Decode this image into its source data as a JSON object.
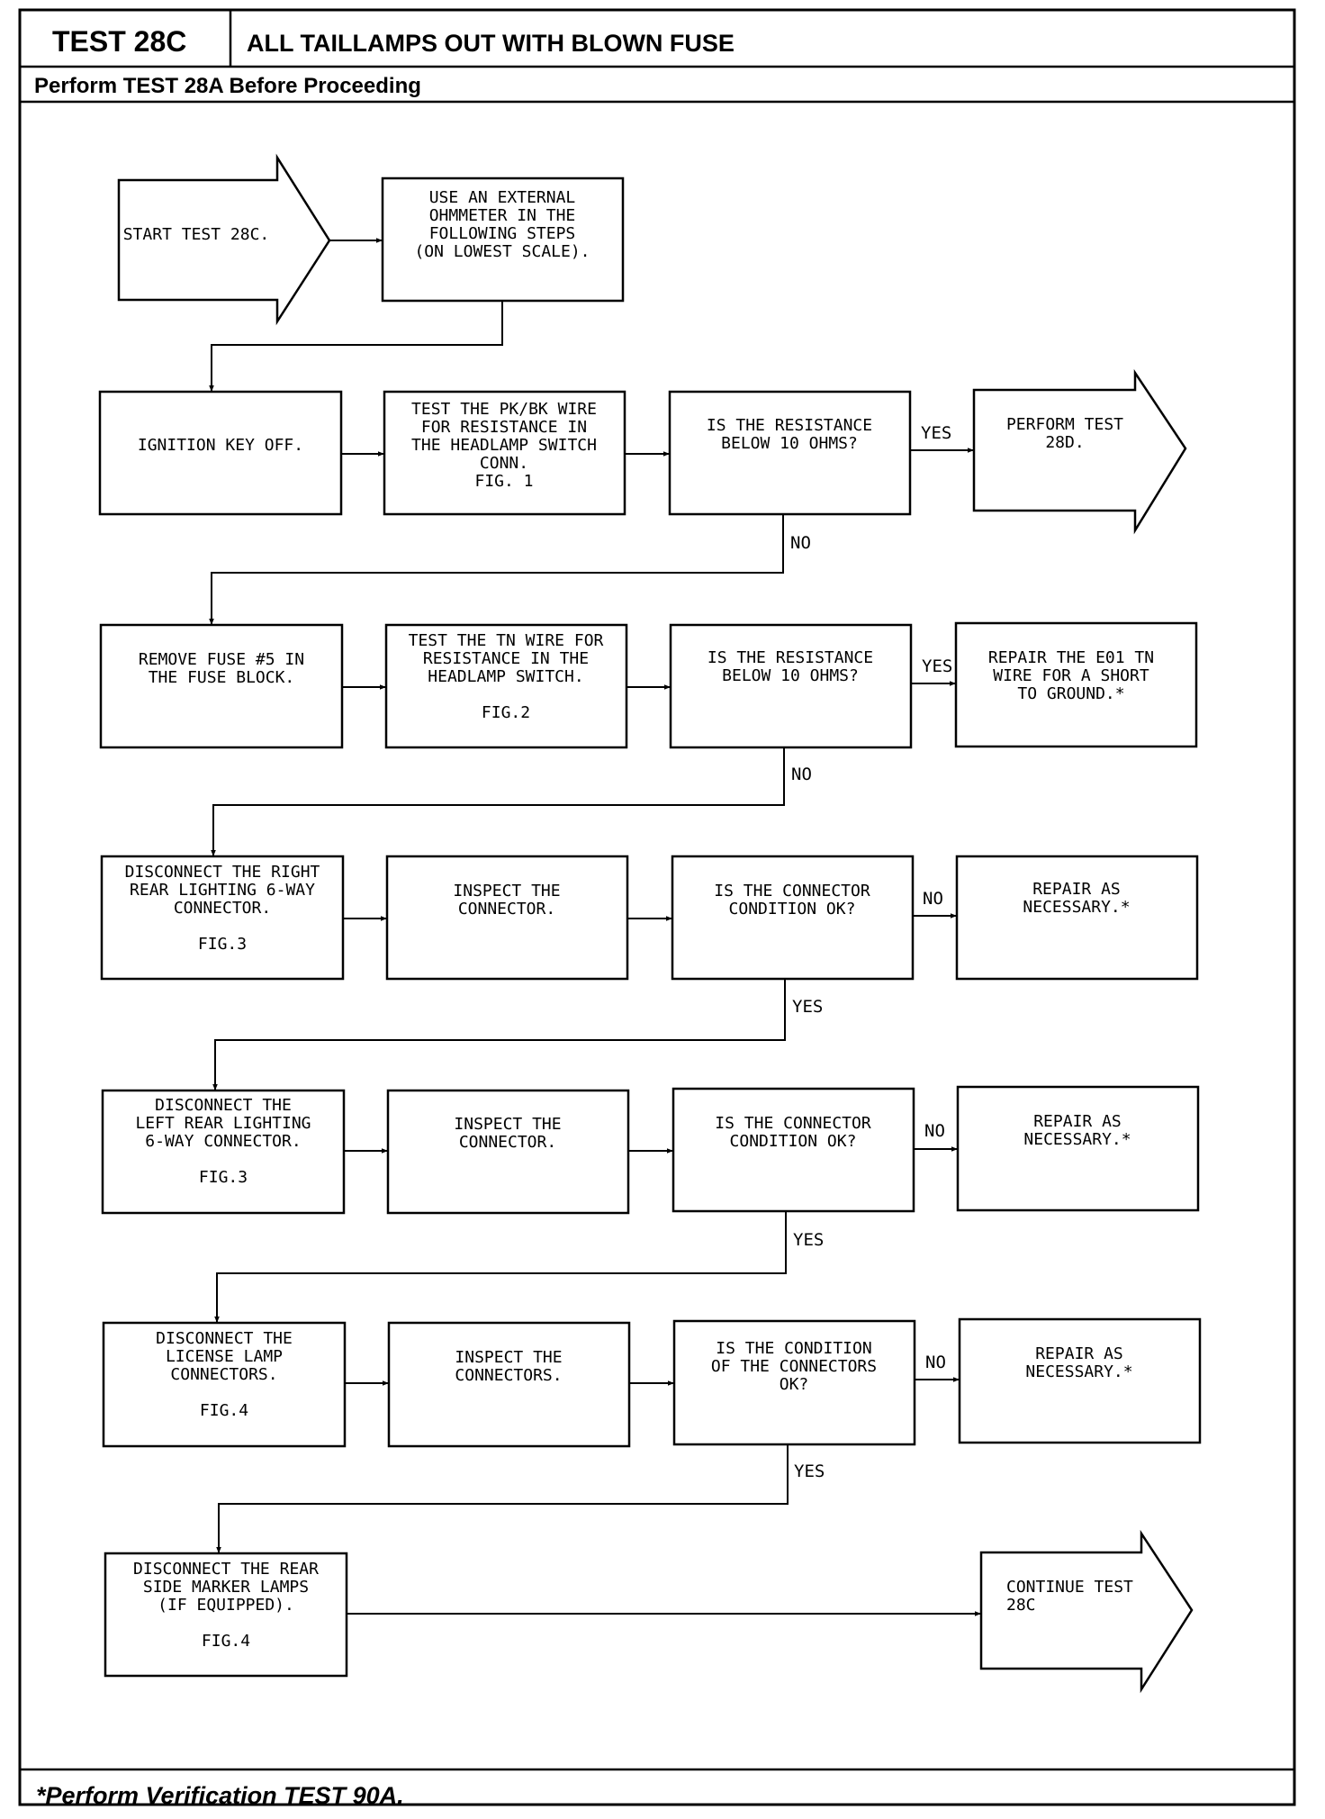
{
  "header": {
    "test_id": "TEST 28C",
    "title": "ALL TAILLAMPS OUT WITH BLOWN FUSE",
    "subtitle": "Perform TEST 28A Before Proceeding"
  },
  "footer": {
    "note": "*Perform Verification TEST 90A."
  },
  "boxes": {
    "start": [
      "START TEST 28C."
    ],
    "ohmmeter": [
      "USE AN EXTERNAL",
      "OHMMETER IN THE",
      "FOLLOWING STEPS",
      "(ON LOWEST SCALE)."
    ],
    "ignition": [
      "IGNITION KEY OFF."
    ],
    "test_pkbk": [
      "TEST THE PK/BK WIRE",
      "FOR RESISTANCE IN",
      "THE HEADLAMP SWITCH",
      "CONN.",
      "FIG. 1"
    ],
    "q_resist1": [
      "IS THE RESISTANCE",
      "BELOW 10 OHMS?"
    ],
    "perform_28d": [
      "PERFORM TEST",
      "28D."
    ],
    "remove_fuse": [
      "REMOVE FUSE #5 IN",
      "THE FUSE BLOCK."
    ],
    "test_tn": [
      "TEST THE TN WIRE FOR",
      "RESISTANCE IN THE",
      "HEADLAMP SWITCH.",
      "",
      "FIG.2"
    ],
    "q_resist2": [
      "IS THE RESISTANCE",
      "BELOW 10 OHMS?"
    ],
    "repair_e01": [
      "REPAIR THE E01 TN",
      "WIRE FOR A SHORT",
      "TO GROUND.*"
    ],
    "disc_right": [
      "DISCONNECT THE RIGHT",
      "REAR LIGHTING 6-WAY",
      "CONNECTOR.",
      "",
      "FIG.3"
    ],
    "inspect1": [
      "INSPECT THE",
      "CONNECTOR."
    ],
    "q_conn1": [
      "IS THE CONNECTOR",
      "CONDITION OK?"
    ],
    "repair1": [
      "REPAIR AS",
      "NECESSARY.*"
    ],
    "disc_left": [
      "DISCONNECT THE",
      "LEFT REAR LIGHTING",
      "6-WAY CONNECTOR.",
      "",
      "FIG.3"
    ],
    "inspect2": [
      "INSPECT THE",
      "CONNECTOR."
    ],
    "q_conn2": [
      "IS THE CONNECTOR",
      "CONDITION OK?"
    ],
    "repair2": [
      "REPAIR AS",
      "NECESSARY.*"
    ],
    "disc_license": [
      "DISCONNECT THE",
      "LICENSE LAMP",
      "CONNECTORS.",
      "",
      "FIG.4"
    ],
    "inspect3": [
      "INSPECT THE",
      "CONNECTORS."
    ],
    "q_conn3": [
      "IS THE CONDITION",
      "OF THE CONNECTORS",
      "OK?"
    ],
    "repair3": [
      "REPAIR AS",
      "NECESSARY.*"
    ],
    "disc_side": [
      "DISCONNECT THE REAR",
      "SIDE MARKER LAMPS",
      "(IF EQUIPPED).",
      "",
      "FIG.4"
    ],
    "continue_28c": [
      "CONTINUE TEST",
      "28C"
    ]
  },
  "labels": {
    "yes1": "YES",
    "no1": "NO",
    "yes2": "YES",
    "no2": "NO",
    "no3": "NO",
    "yes3": "YES",
    "no4": "NO",
    "yes4": "YES",
    "no5": "NO",
    "yes5": "YES"
  }
}
